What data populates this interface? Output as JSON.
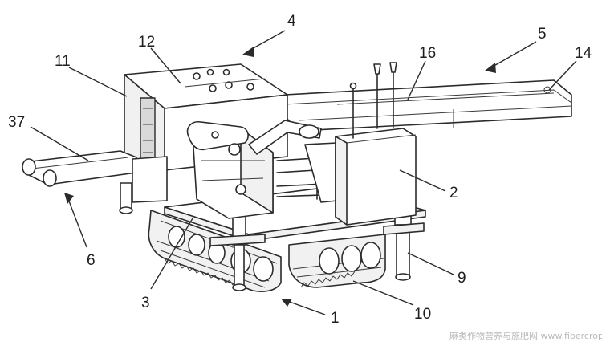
{
  "callouts": {
    "c1": "1",
    "c2": "2",
    "c3": "3",
    "c4": "4",
    "c5": "5",
    "c6": "6",
    "c9": "9",
    "c10": "10",
    "c11": "11",
    "c12": "12",
    "c14": "14",
    "c16": "16",
    "c37": "37"
  },
  "watermark": "麻类作物营养与施肥网 www.fibercrops.com"
}
